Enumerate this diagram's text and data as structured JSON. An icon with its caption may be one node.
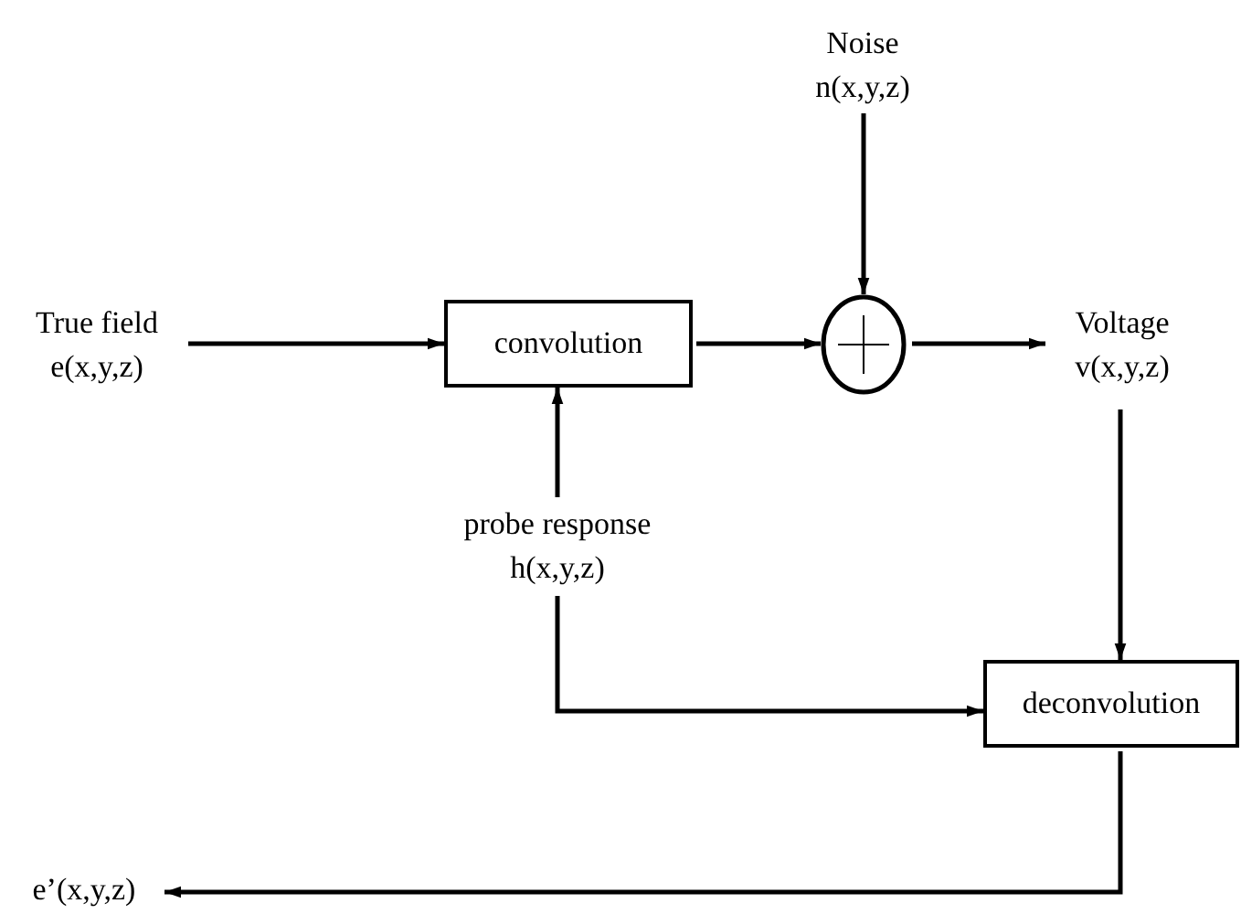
{
  "diagram": {
    "nodes": [
      {
        "text": [
          "True field",
          "e(x,y,z)"
        ]
      },
      {
        "text": [
          "convolution"
        ]
      },
      {
        "text": [
          "Noise",
          "n(x,y,z)"
        ]
      },
      {
        "text": [],
        "shape": "circle"
      },
      {
        "text": [
          "Voltage",
          "v(x,y,z)"
        ]
      },
      {
        "text": [
          "probe response",
          "h(x,y,z)"
        ]
      },
      {
        "text": [
          "deconvolution"
        ]
      },
      {
        "text": [
          "e’(x,y,z)"
        ]
      }
    ],
    "edges": [
      {
        "from": 0,
        "to": 1,
        "arrow": "to"
      },
      {
        "from": 1,
        "to": 3,
        "arrow": "to"
      },
      {
        "from": 2,
        "to": 3,
        "arrow": "to"
      },
      {
        "from": 3,
        "to": 4,
        "arrow": "to"
      },
      {
        "from": 5,
        "to": 1,
        "arrow": "to"
      },
      {
        "from": 4,
        "to": 6,
        "arrow": "to"
      },
      {
        "from": 5,
        "to": 6,
        "arrow": "to"
      },
      {
        "from": 6,
        "to": 7,
        "arrow": "to"
      }
    ]
  }
}
